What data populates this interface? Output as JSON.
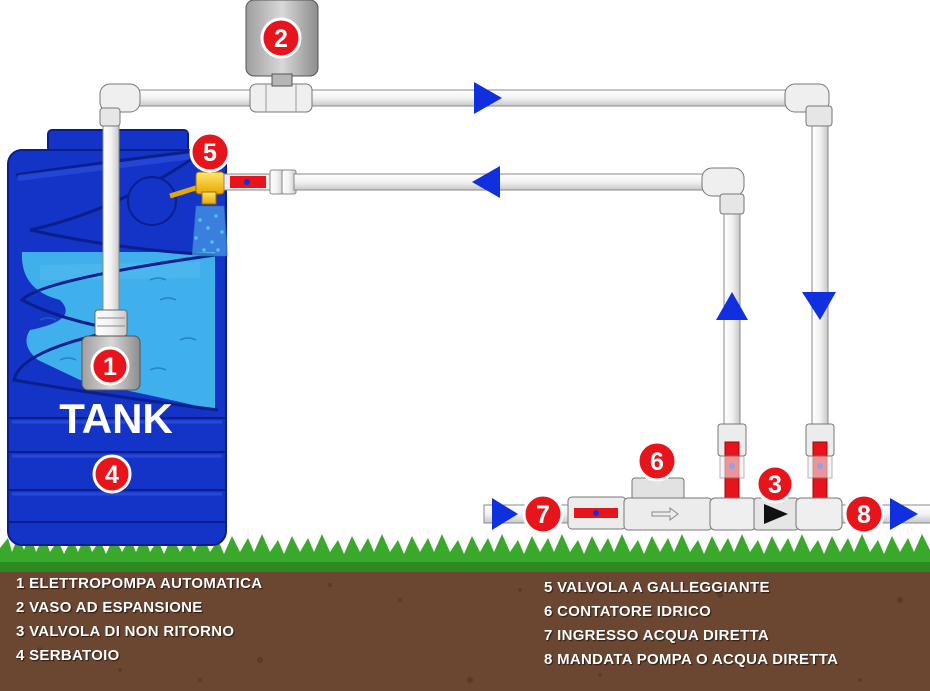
{
  "tank_label": "TANK",
  "badges": {
    "pump": "1",
    "expansion_vessel": "2",
    "check_valve": "3",
    "tank": "4",
    "float_valve": "5",
    "water_meter": "6",
    "inlet": "7",
    "outlet": "8"
  },
  "legend": {
    "left": [
      "1 ELETTROPOMPA AUTOMATICA",
      "2 VASO AD ESPANSIONE",
      "3 VALVOLA DI NON RITORNO",
      "4 SERBATOIO"
    ],
    "right": [
      "5 VALVOLA A GALLEGGIANTE",
      "6 CONTATORE IDRICO",
      "7 INGRESSO ACQUA DIRETTA",
      "8 MANDATA POMPA O ACQUA DIRETTA"
    ]
  },
  "colors": {
    "tank_blue": "#1434c8",
    "water": "#3fb0ec",
    "badge_red": "#e8141c",
    "arrow_blue": "#1030e0",
    "grass": "#3aa82a",
    "soil": "#6b4631",
    "pipe": "#f4f4f4",
    "fitting": "#e8e8e8"
  }
}
